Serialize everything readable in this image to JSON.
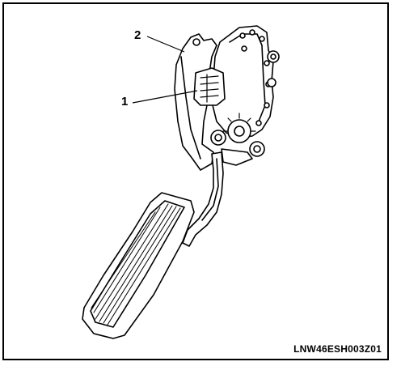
{
  "callouts": [
    {
      "label": "2"
    },
    {
      "label": "1"
    }
  ],
  "figure_code": "LNW46ESH003Z01",
  "icons": {
    "pedal_assembly": "accelerator-pedal-assembly-illustration",
    "connector": "sensor-connector-illustration"
  }
}
